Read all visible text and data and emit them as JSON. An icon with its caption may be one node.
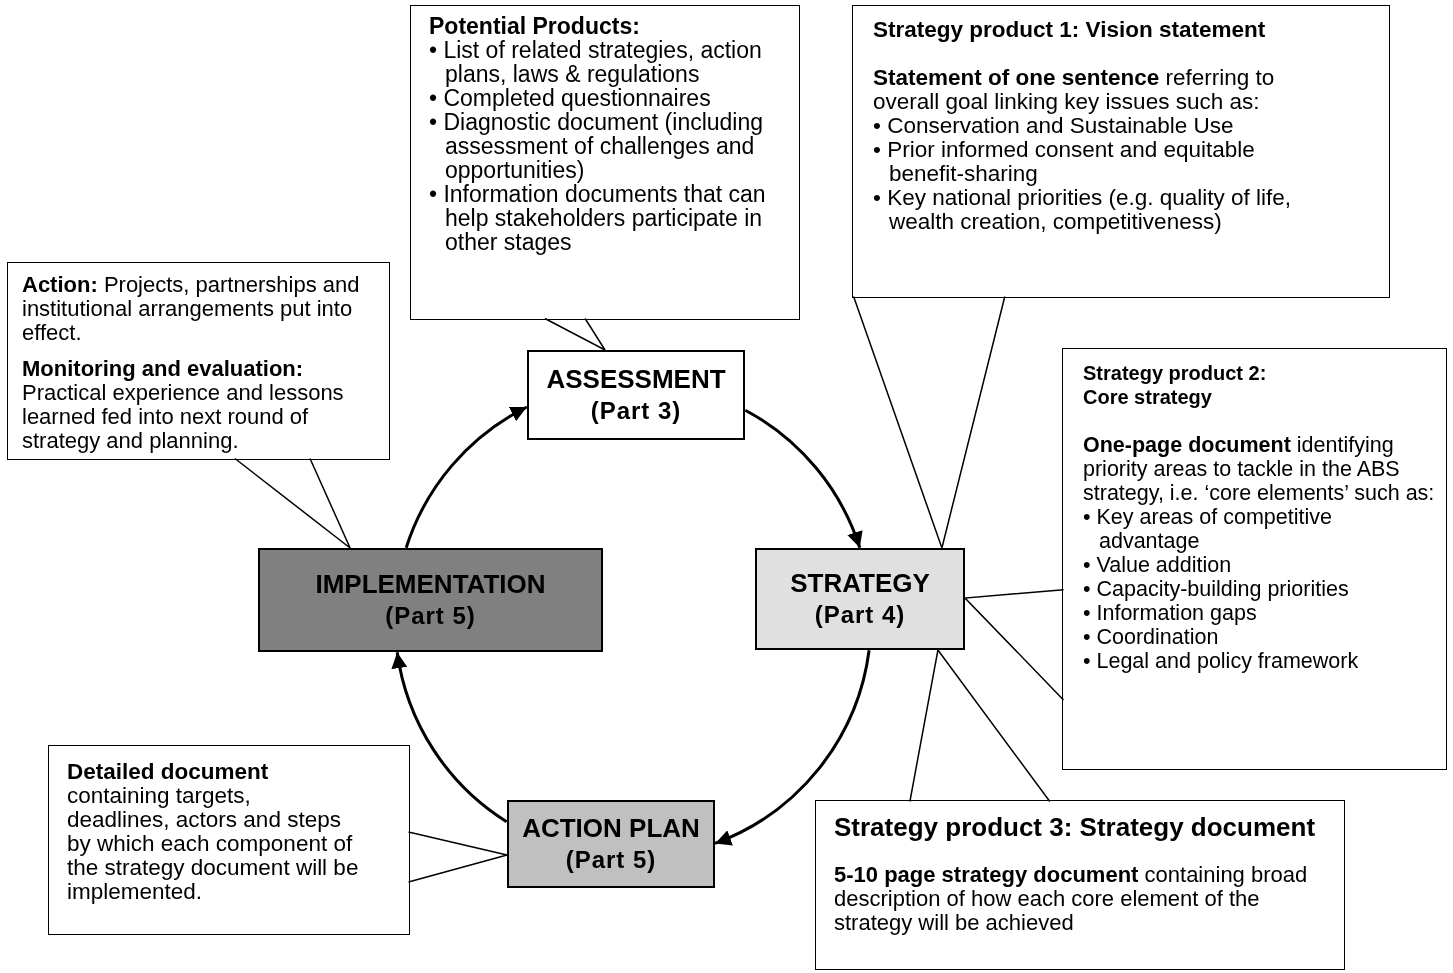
{
  "diagram": {
    "nodes": [
      {
        "text": [
          "Potential Products:",
          "• List of related strategies, action plans, laws & regulations",
          "• Completed questionnaires",
          "• Diagnostic document (including assessment of challenges and opportunities)",
          "• Information documents that can help stakeholders participate in other stages"
        ]
      },
      {
        "text": [
          "Strategy product 1:  Vision statement",
          "**Statement of one sentence** referring to overall goal linking key issues such as:",
          "• Conservation and Sustainable Use",
          "• Prior informed consent and equitable benefit-sharing",
          "• Key national priorities (e.g. quality of life, wealth creation, competitiveness)"
        ]
      },
      {
        "text": [
          "**Action:** Projects, partnerships and  institutional arrangements put into effect.",
          "Monitoring and evaluation:",
          "Practical experience and lessons learned fed into next round of strategy and planning."
        ]
      },
      {
        "text": [
          "ASSESSMENT",
          "(Part 3)"
        ]
      },
      {
        "text": [
          "Strategy product 2: Core strategy",
          "**One-page document** identifying priority areas to tackle in the ABS strategy, i.e. ‘core elements’ such as:",
          "• Key areas of competitive advantage",
          "• Value addition",
          "• Capacity-building priorities",
          "• Information gaps",
          "• Coordination",
          "• Legal and policy framework"
        ]
      },
      {
        "text": [
          "IMPLEMENTATION",
          "(Part 5)"
        ]
      },
      {
        "text": [
          "STRATEGY",
          "(Part 4)"
        ]
      },
      {
        "text": [
          "Detailed document",
          "containing targets, deadlines, actors and steps by which each component of the strategy document will be implemented."
        ]
      },
      {
        "text": [
          "ACTION PLAN",
          "(Part 5)"
        ]
      },
      {
        "text": [
          "Strategy product 3: Strategy document",
          "**5-10 page strategy document** containing broad description of how each core element of the strategy will be achieved"
        ]
      }
    ],
    "edges": [
      {
        "from": 3,
        "to": 6,
        "arrow": "to"
      },
      {
        "from": 6,
        "to": 8,
        "arrow": "to"
      },
      {
        "from": 8,
        "to": 5,
        "arrow": "to"
      },
      {
        "from": 5,
        "to": 3,
        "arrow": "to"
      },
      {
        "from": 0,
        "to": 3,
        "arrow": "none"
      },
      {
        "from": 1,
        "to": 6,
        "arrow": "none"
      },
      {
        "from": 2,
        "to": 5,
        "arrow": "none"
      },
      {
        "from": 4,
        "to": 6,
        "arrow": "none"
      },
      {
        "from": 7,
        "to": 8,
        "arrow": "none"
      },
      {
        "from": 9,
        "to": 6,
        "arrow": "none"
      }
    ]
  }
}
